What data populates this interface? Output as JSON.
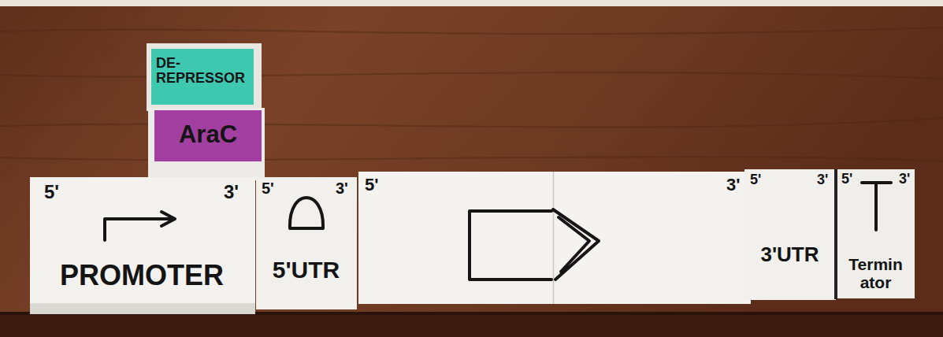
{
  "diagram": {
    "nodes": [
      {
        "text": [
          "DE- REPRESSOR"
        ]
      },
      {
        "text": [
          "AraC"
        ]
      },
      {
        "text": [
          "5'",
          "3'",
          "PROMOTER"
        ]
      },
      {
        "text": [
          "5'",
          "3'",
          "5'UTR"
        ]
      },
      {
        "text": [
          "5'"
        ]
      },
      {
        "text": [
          "3'"
        ]
      },
      {
        "text": [
          "5'",
          "3'",
          "3'UTR"
        ]
      },
      {
        "text": [
          "5'",
          "3'",
          "Termin ator"
        ]
      }
    ]
  }
}
